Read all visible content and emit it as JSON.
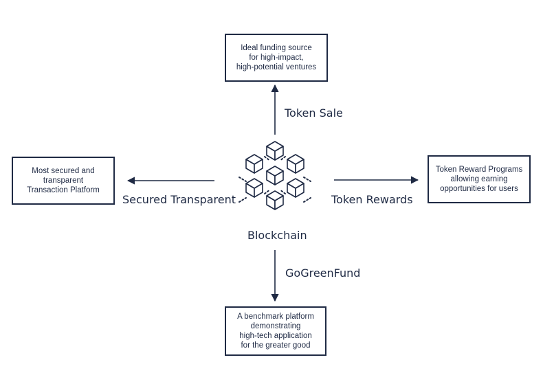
{
  "center": {
    "label": "Blockchain",
    "icon": "blockchain-cubes-icon"
  },
  "top": {
    "arrow_label": "Token Sale",
    "box_lines": [
      "Ideal funding source",
      "for high-impact,",
      "high-potential ventures"
    ]
  },
  "left": {
    "arrow_label": "Secured Transparent",
    "box_lines": [
      "Most secured and",
      "transparent",
      "Transaction Platform"
    ]
  },
  "right": {
    "arrow_label": "Token Rewards",
    "box_lines": [
      "Token Reward Programs",
      "allowing earning",
      "opportunities for users"
    ]
  },
  "bottom": {
    "arrow_label": "GoGreenFund",
    "box_lines": [
      "A benchmark platform",
      "demonstrating",
      "high-tech application",
      "for the greater good"
    ]
  },
  "colors": {
    "ink": "#1f2a44",
    "background": "#ffffff"
  }
}
